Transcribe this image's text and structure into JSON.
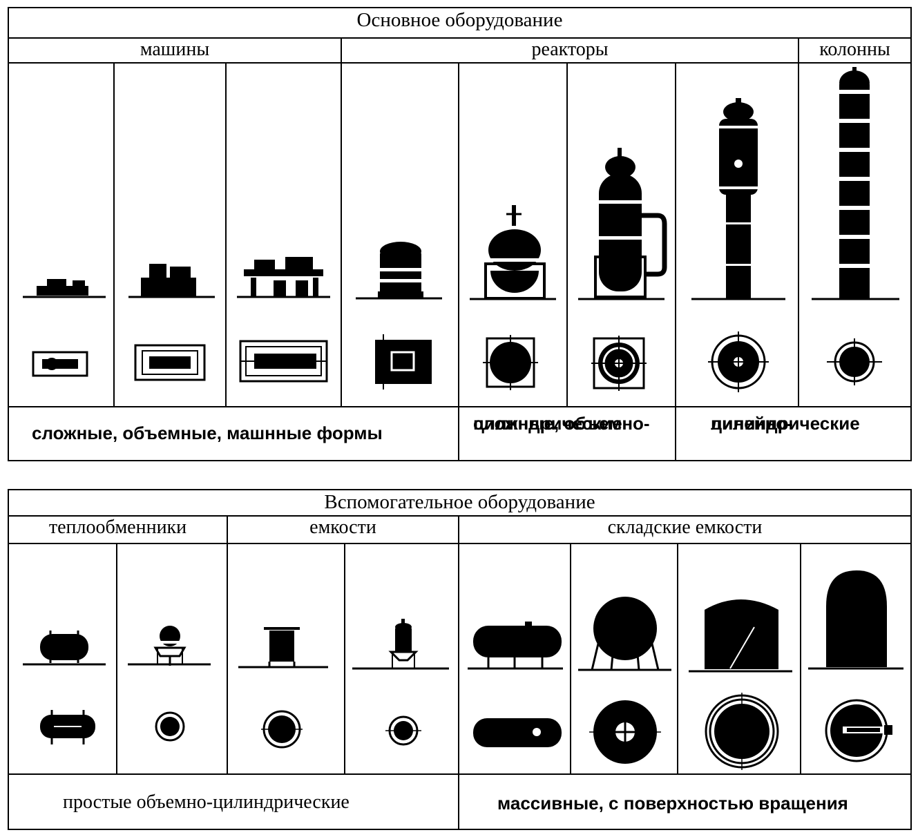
{
  "main": {
    "title": "Основное оборудование",
    "groups": [
      "машины",
      "реакторы",
      "колонны"
    ],
    "items": [
      {
        "icon": "pump-machine-icon"
      },
      {
        "icon": "motor-machine-icon"
      },
      {
        "icon": "compressor-machine-icon"
      },
      {
        "icon": "small-reactor-icon"
      },
      {
        "icon": "stirred-reactor-icon"
      },
      {
        "icon": "jacketed-reactor-icon"
      },
      {
        "icon": "tower-reactor-icon"
      },
      {
        "icon": "distillation-column-icon"
      }
    ],
    "footer": {
      "machines": "сложные, объемные, машнные формы",
      "reactors_line1": "сложные, объемно-",
      "reactors_line2": "цилиндрические",
      "columns_line1": "линейно-",
      "columns_line2": "цилиндрические"
    }
  },
  "aux": {
    "title": "Вспомогательное оборудование",
    "groups": [
      "теплообменники",
      "емкости",
      "складские емкости"
    ],
    "items": [
      {
        "icon": "horizontal-heat-exchanger-icon"
      },
      {
        "icon": "vertical-heat-exchanger-icon"
      },
      {
        "icon": "cylindrical-vessel-icon"
      },
      {
        "icon": "conical-vessel-icon"
      },
      {
        "icon": "horizontal-storage-tank-icon"
      },
      {
        "icon": "spherical-storage-tank-icon"
      },
      {
        "icon": "vertical-storage-tank-icon"
      },
      {
        "icon": "domed-storage-tank-icon"
      }
    ],
    "footer": {
      "left": "простые объемно-цилиндрические",
      "right": "массивные, с поверхностью вращения"
    }
  }
}
